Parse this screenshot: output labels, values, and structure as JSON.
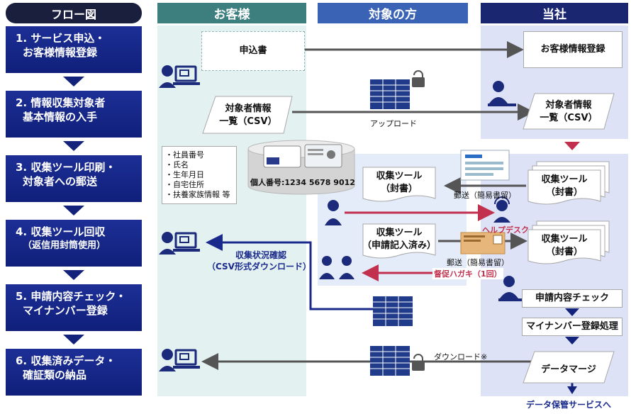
{
  "headers": {
    "flow": "フロー図",
    "customer": "お客様",
    "target": "対象の方",
    "company": "当社"
  },
  "steps": [
    {
      "line1": "1. サービス申込・",
      "line2": "お客様情報登録"
    },
    {
      "line1": "2. 情報収集対象者",
      "line2": "基本情報の入手"
    },
    {
      "line1": "3. 収集ツール印刷・",
      "line2": "対象者への郵送"
    },
    {
      "line1": "4. 収集ツール回収",
      "line2": "（返信用封筒使用）"
    },
    {
      "line1": "5. 申請内容チェック・",
      "line2": "マイナンバー登録"
    },
    {
      "line1": "6. 収集済みデータ・",
      "line2": "確証類の納品"
    }
  ],
  "customer": {
    "application": "申込書",
    "target_list_1": "対象者情報",
    "target_list_2": "一覧（CSV）",
    "fields": [
      "・社員番号",
      "・氏名",
      "・生年月日",
      "・自宅住所",
      "・扶養家族情報 等"
    ],
    "mynumber": "個人番号:1234 5678 9012",
    "status_1": "収集状況確認",
    "status_2": "（CSV形式ダウンロード）"
  },
  "target": {
    "tool_1": "収集ツール",
    "tool_2": "（封書）",
    "filled_1": "収集ツール",
    "filled_2": "（申請記入済み）"
  },
  "company": {
    "customer_reg": "お客様情報登録",
    "list_1": "対象者情報",
    "list_2": "一覧（CSV）",
    "tool_a_1": "収集ツール",
    "tool_a_2": "（封書）",
    "tool_b_1": "収集ツール",
    "tool_b_2": "（封書）",
    "check": "申請内容チェック",
    "mynumber_reg": "マイナンバー登録処理",
    "merge": "データマージ",
    "storage": "データ保管サービスへ"
  },
  "labels": {
    "upload": "アップロード",
    "mail1": "郵送（簡易書留）",
    "helpdesk": "ヘルプデスク",
    "mail2": "郵送（簡易書留）",
    "reminder": "督促ハガキ（1回）",
    "download": "ダウンロード※"
  },
  "colors": {
    "flow_step": "#13227a",
    "customer_header": "#3d7e7e",
    "customer_lane": "#e3f1f1",
    "target_header": "#3b63b5",
    "target_lane": "#e3ecf8",
    "company_header": "#1a2670",
    "company_lane": "#dde2f7",
    "reminder_arrow": "#c2304f",
    "gray_arrow": "#555555",
    "status_arrow": "#1a2a8c"
  }
}
